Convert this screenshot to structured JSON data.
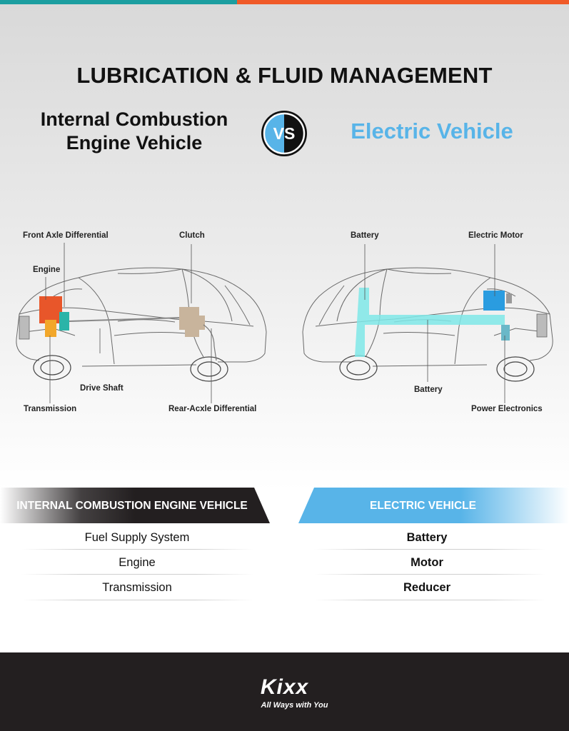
{
  "colors": {
    "teal_bar": "#1c9ea0",
    "orange_bar": "#f05a28",
    "ev_blue": "#58b4e8",
    "dark": "#231f20",
    "engine_orange": "#e8562a",
    "transmission_yellow": "#f2a72a",
    "diff_teal": "#2ab4a8",
    "clutch_tan": "#c8b49c",
    "battery_cyan": "#7fe8e8",
    "motor_blue": "#2a9ce0"
  },
  "title": "LUBRICATION & FLUID MANAGEMENT",
  "ice_heading": "Internal Combustion Engine Vehicle",
  "vs_label": "VS",
  "ev_heading": "Electric Vehicle",
  "ice_labels": {
    "front_axle": "Front Axle Differential",
    "clutch": "Clutch",
    "engine": "Engine",
    "drive_shaft": "Drive Shaft",
    "transmission": "Transmission",
    "rear_axle": "Rear-Acxle Differential"
  },
  "ev_labels": {
    "battery_top": "Battery",
    "electric_motor": "Electric Motor",
    "battery_bottom": "Battery",
    "power_electronics": "Power Electronics"
  },
  "table": {
    "ice_header": "INTERNAL COMBUSTION ENGINE VEHICLE",
    "ev_header": "ELECTRIC VEHICLE",
    "ice_rows": [
      "Fuel Supply System",
      "Engine",
      "Transmission"
    ],
    "ev_rows": [
      "Battery",
      "Motor",
      "Reducer"
    ]
  },
  "footer": {
    "brand": "Kixx",
    "tagline": "All Ways with You"
  }
}
